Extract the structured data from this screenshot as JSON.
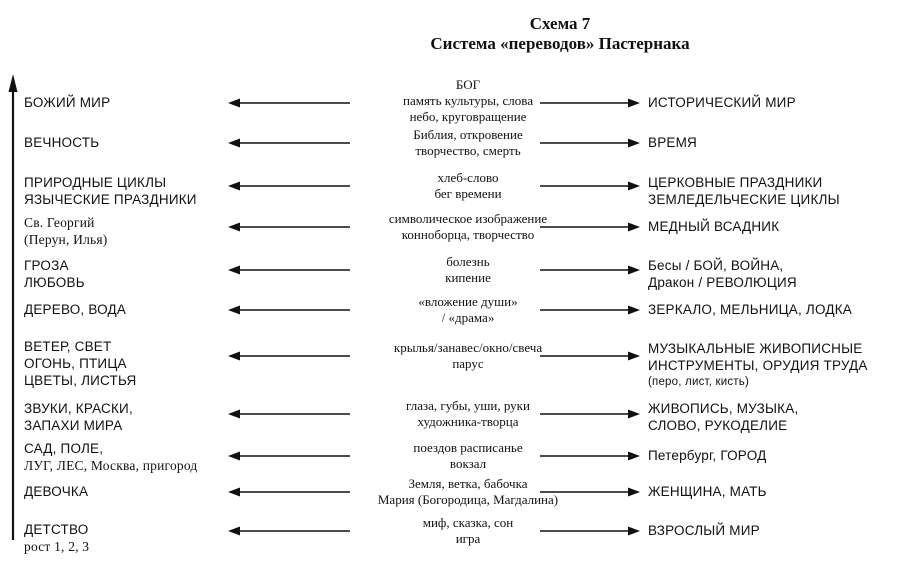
{
  "title": "Схема 7",
  "subtitle": "Система «переводов» Пастернака",
  "rows": [
    {
      "left": [
        "БОЖИЙ МИР"
      ],
      "mid": [
        "БОГ",
        "память культуры, слова",
        "небо, круговращение"
      ],
      "right": [
        "ИСТОРИЧЕСКИЙ МИР"
      ]
    },
    {
      "left": [
        "ВЕЧНОСТЬ"
      ],
      "mid": [
        "Библия, откровение",
        "творчество, смерть"
      ],
      "right": [
        "ВРЕМЯ"
      ]
    },
    {
      "left": [
        "ПРИРОДНЫЕ ЦИКЛЫ",
        "ЯЗЫЧЕСКИЕ ПРАЗДНИКИ"
      ],
      "mid": [
        "хлеб-слово",
        "бег времени"
      ],
      "right": [
        "ЦЕРКОВНЫЕ ПРАЗДНИКИ",
        "ЗЕМЛЕДЕЛЬЧЕСКИЕ ЦИКЛЫ"
      ]
    },
    {
      "left": [
        "Св. Георгий",
        "(Перун, Илья)"
      ],
      "mid": [
        "символическое изображение",
        "конноборца, творчество"
      ],
      "right": [
        "МЕДНЫЙ ВСАДНИК"
      ]
    },
    {
      "left": [
        "ГРОЗА",
        "ЛЮБОВЬ"
      ],
      "mid": [
        "болезнь",
        "кипение"
      ],
      "right": [
        "Бесы / БОЙ, ВОЙНА,",
        "Дракон / РЕВОЛЮЦИЯ"
      ]
    },
    {
      "left": [
        "ДЕРЕВО, ВОДА"
      ],
      "mid": [
        "«вложение души»",
        "/ «драма»"
      ],
      "right": [
        "ЗЕРКАЛО, МЕЛЬНИЦА, ЛОДКА"
      ]
    },
    {
      "left": [
        "ВЕТЕР, СВЕТ",
        "ОГОНЬ, ПТИЦА",
        "ЦВЕТЫ, ЛИСТЬЯ"
      ],
      "mid": [
        "крылья/занавес/окно/свеча",
        "парус"
      ],
      "right": [
        "МУЗЫКАЛЬНЫЕ ЖИВОПИСНЫЕ",
        "ИНСТРУМЕНТЫ, ОРУДИЯ ТРУДА",
        "(перо, лист, кисть)"
      ]
    },
    {
      "left": [
        "ЗВУКИ, КРАСКИ,",
        "ЗАПАХИ МИРА"
      ],
      "mid": [
        "глаза, губы, уши, руки",
        "художника-творца"
      ],
      "right": [
        "ЖИВОПИСЬ, МУЗЫКА,",
        "СЛОВО, РУКОДЕЛИЕ"
      ]
    },
    {
      "left": [
        "САД, ПОЛЕ,",
        "ЛУГ, ЛЕС, Москва, пригород"
      ],
      "mid": [
        "поездов расписанье",
        "вокзал"
      ],
      "right": [
        "Петербург, ГОРОД"
      ]
    },
    {
      "left": [
        "ДЕВОЧКА"
      ],
      "mid": [
        "Земля, ветка, бабочка",
        "Мария (Богородица, Магдалина)"
      ],
      "right": [
        "ЖЕНЩИНА, МАТЬ"
      ]
    },
    {
      "left": [
        "ДЕТСТВО",
        "рост 1, 2, 3"
      ],
      "mid": [
        "миф, сказка, сон",
        "игра"
      ],
      "right": [
        "ВЗРОСЛЫЙ МИР"
      ]
    }
  ]
}
